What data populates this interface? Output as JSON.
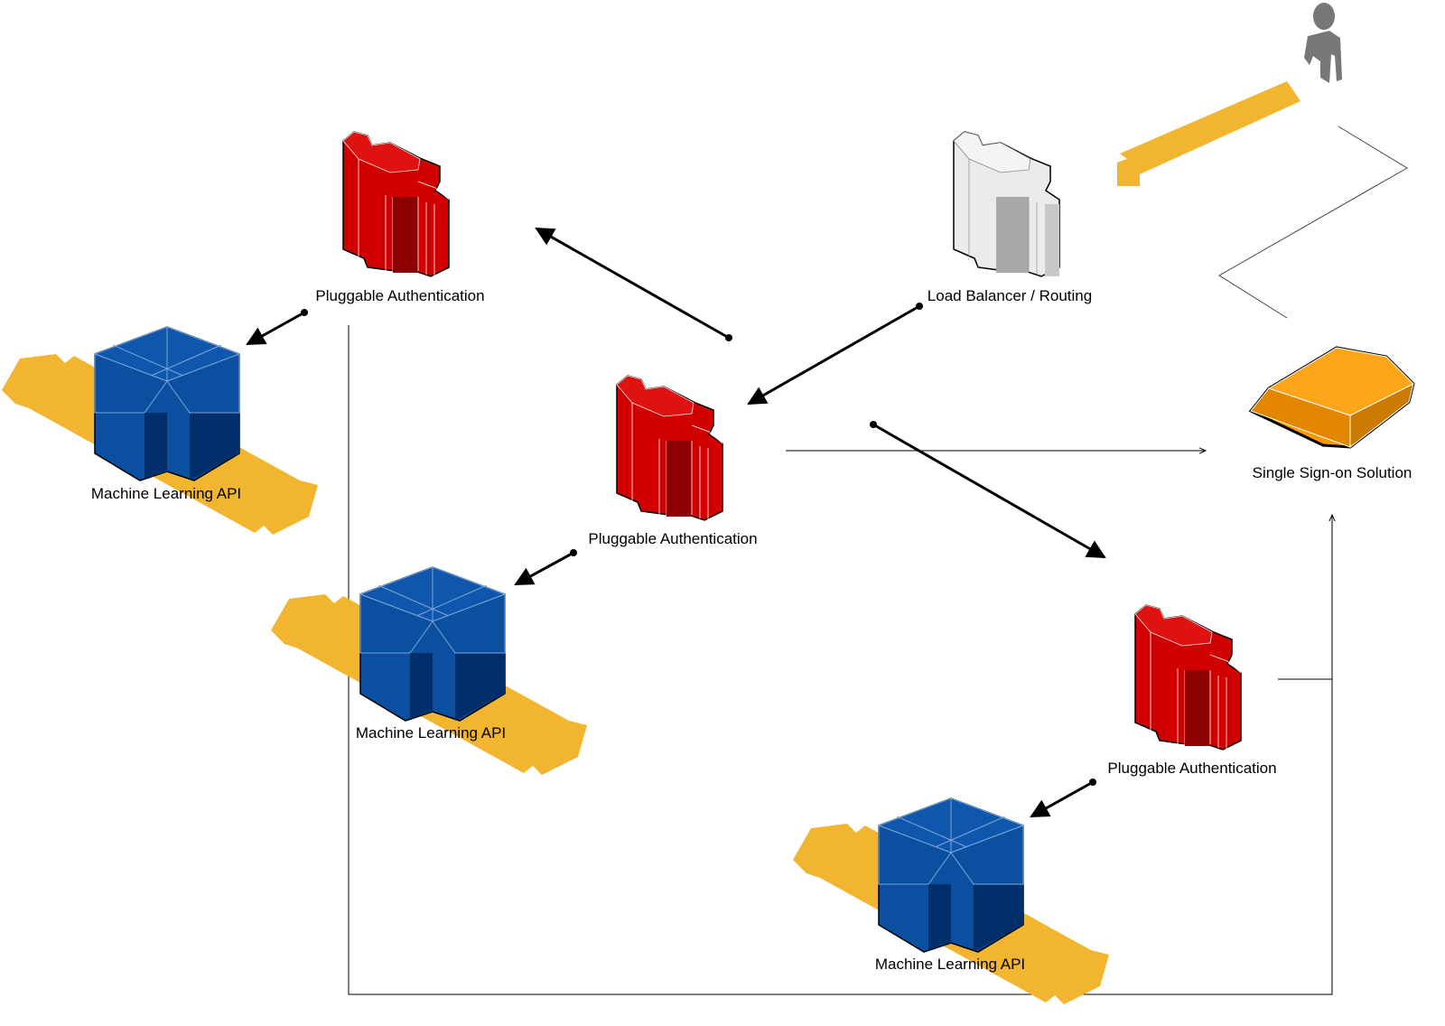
{
  "nodes": {
    "user": {
      "icon": "user-icon"
    },
    "load_balancer": {
      "label": "Load Balancer / Routing",
      "icon": "server-cluster-icon",
      "color": "#d9d9d9"
    },
    "sso": {
      "label": "Single Sign-on Solution",
      "icon": "sso-pad-icon",
      "color": "#ff9900"
    },
    "auth_top": {
      "label": "Pluggable Authentication",
      "icon": "server-cluster-icon",
      "color": "#cc0000"
    },
    "auth_center": {
      "label": "Pluggable Authentication",
      "icon": "server-cluster-icon",
      "color": "#cc0000"
    },
    "auth_right": {
      "label": "Pluggable Authentication",
      "icon": "server-cluster-icon",
      "color": "#cc0000"
    },
    "ml_left": {
      "label": "Machine Learning API",
      "icon": "cube-icon",
      "color": "#0d4f9e"
    },
    "ml_center": {
      "label": "Machine Learning API",
      "icon": "cube-icon",
      "color": "#0d4f9e"
    },
    "ml_bottom": {
      "label": "Machine Learning API",
      "icon": "cube-icon",
      "color": "#0d4f9e"
    }
  },
  "colors": {
    "flow_arrow": "#f2b530",
    "connector": "#000000",
    "red_top": "#d10000",
    "red_front": "#b80000",
    "red_dark": "#8c0000",
    "blue_top": "#0b4fa0",
    "blue_side": "#002f6c",
    "grey_top": "#ebebeb",
    "grey_side": "#a8a8a8"
  }
}
